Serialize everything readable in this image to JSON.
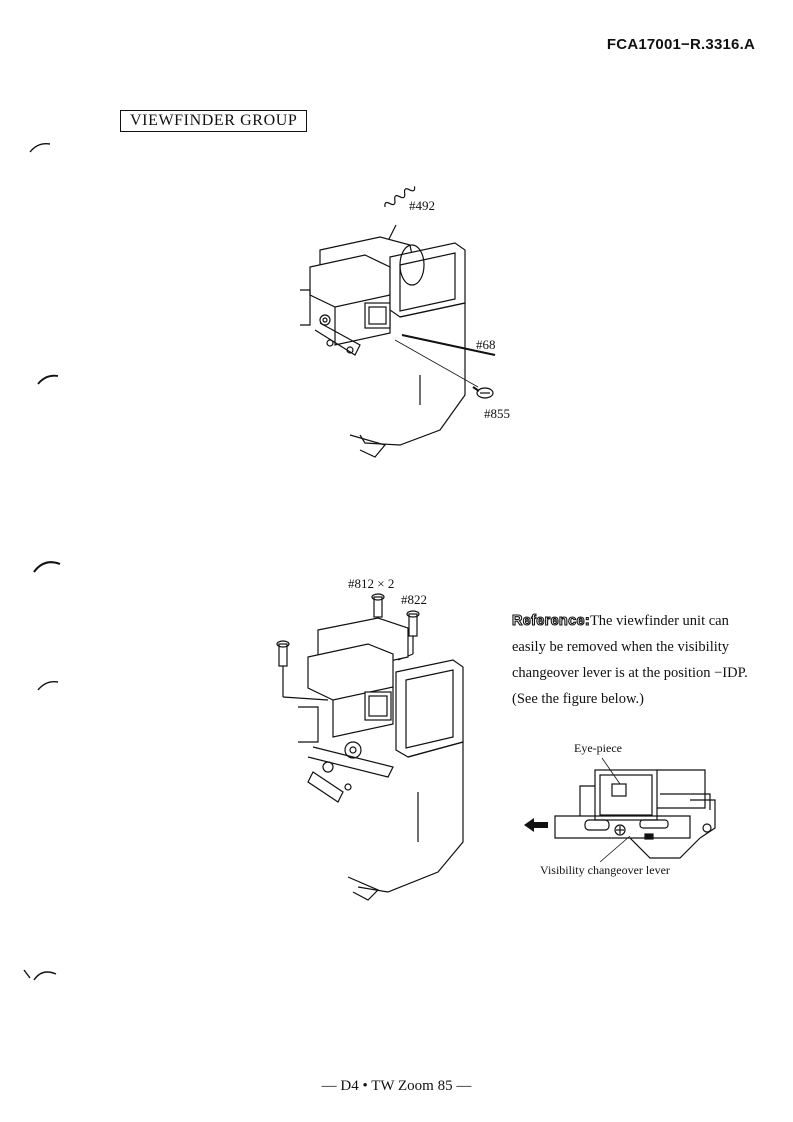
{
  "header": {
    "doc_code": "FCA17001−R.3316.A"
  },
  "section": {
    "title": "VIEWFINDER GROUP"
  },
  "figure1": {
    "callouts": {
      "spring": "#492",
      "shaft": "#68",
      "screw": "#855"
    }
  },
  "figure2": {
    "callouts": {
      "screw_pair": "#812 × 2",
      "screw_single": "#822"
    }
  },
  "reference": {
    "label": "Reference:",
    "text": "The viewfinder unit can easily be removed when the visibility changeover lever is at the position −IDP. (See the figure below.)"
  },
  "figure3": {
    "labels": {
      "eyepiece": "Eye-piece",
      "lever": "Visibility changeover lever"
    }
  },
  "footer": {
    "page_label": "— D4 • TW Zoom 85 —"
  }
}
